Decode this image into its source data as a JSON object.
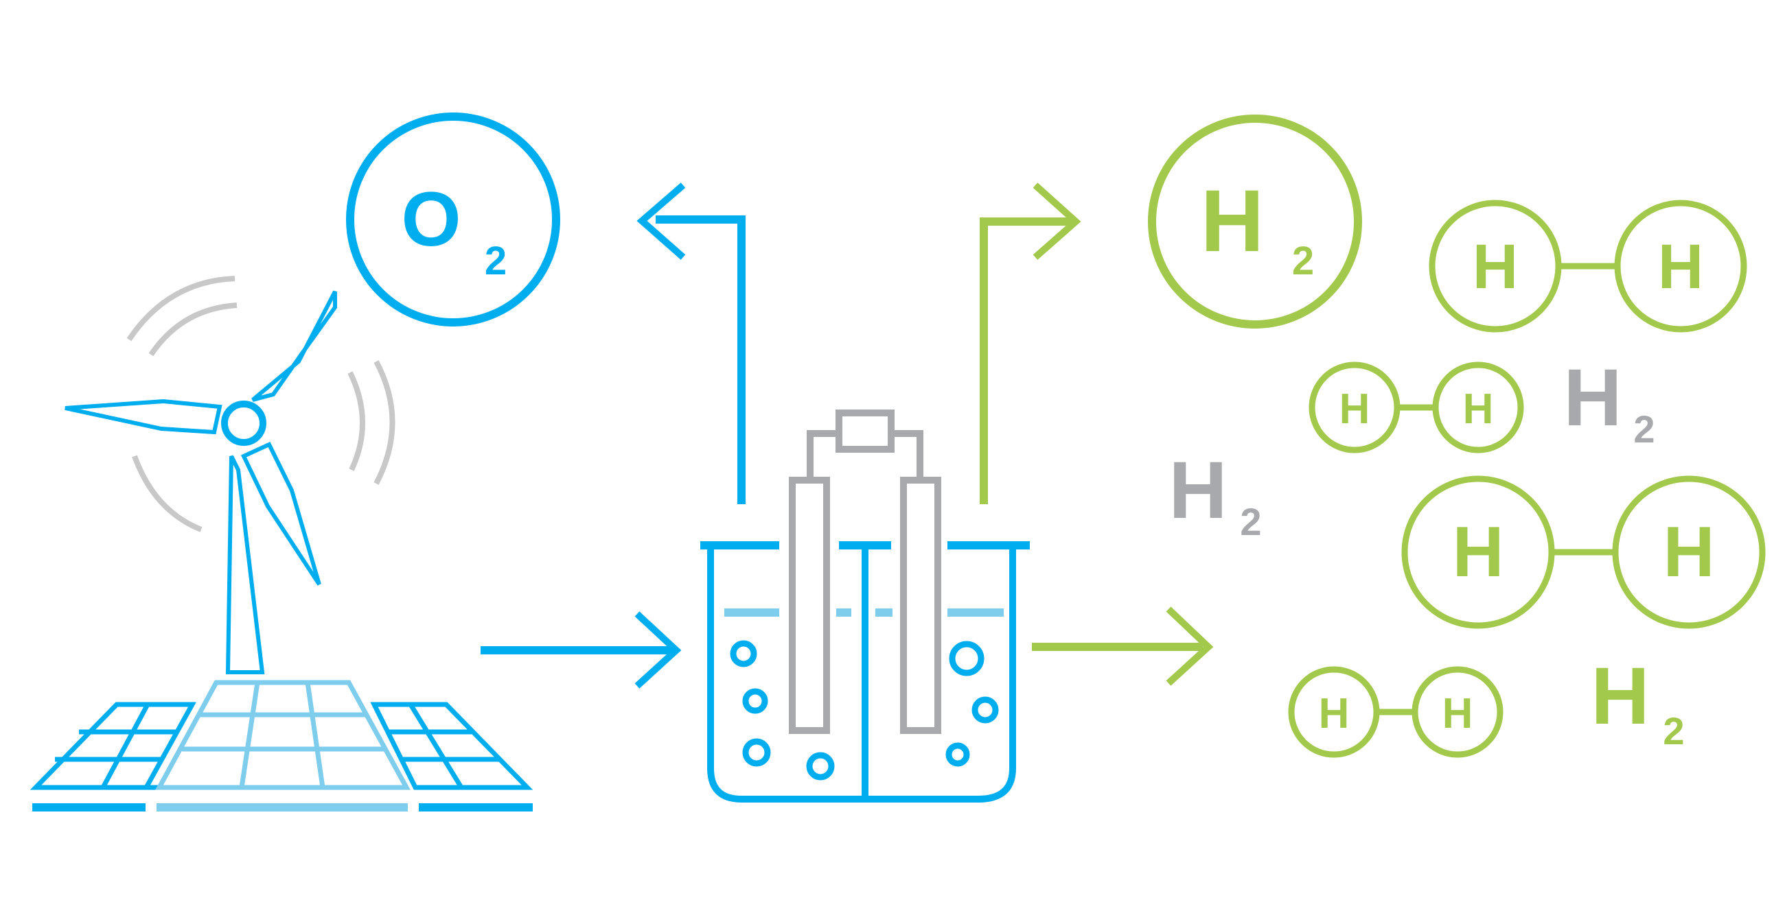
{
  "colors": {
    "blue": "#00aeef",
    "light_blue": "#7ecdec",
    "green": "#a2c84c",
    "gray": "#a7a9ac",
    "light_gray": "#c8c8c8"
  },
  "labels": {
    "oxygen": {
      "element": "O",
      "subscript": "2"
    },
    "hydrogen": {
      "element": "H",
      "subscript": "2"
    },
    "atom": "H"
  },
  "icons": [
    "wind-turbine-icon",
    "solar-panel-icon",
    "electrolyzer-icon",
    "oxygen-molecule-icon",
    "hydrogen-molecule-icon",
    "arrow-icon"
  ]
}
